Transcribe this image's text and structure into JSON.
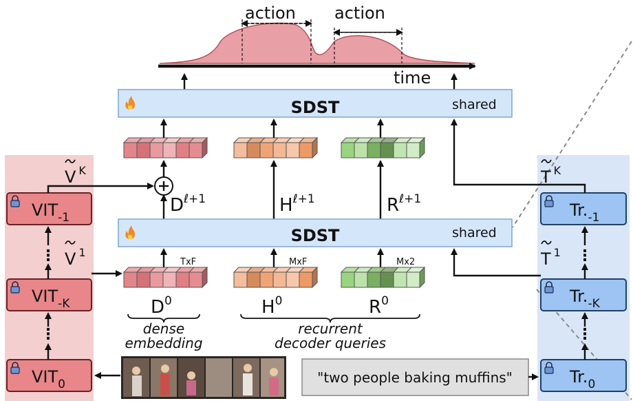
{
  "curve": {
    "action_left": "action",
    "action_right": "action",
    "time_label": "time"
  },
  "sdst_top": {
    "name": "SDST",
    "tag": "shared"
  },
  "sdst_mid": {
    "name": "SDST",
    "tag": "shared"
  },
  "vision": {
    "vit_top_base": "VIT",
    "vit_top_sub": "-1",
    "vit_mid_base": "VIT",
    "vit_mid_sub": "-K",
    "vit_bot_base": "VIT",
    "vit_bot_sub": "0",
    "feat_top_base": "V",
    "feat_top_sup": "K",
    "feat_mid_base": "V",
    "feat_mid_sup": "1"
  },
  "text": {
    "tr_top_base": "Tr.",
    "tr_top_sub": "-1",
    "tr_mid_base": "Tr.",
    "tr_mid_sub": "-K",
    "tr_bot_base": "Tr.",
    "tr_bot_sub": "0",
    "feat_top_base": "T",
    "feat_top_sup": "K",
    "feat_mid_base": "T",
    "feat_mid_sup": "1",
    "caption": "\"two people baking muffins\""
  },
  "tokens": {
    "d_next_base": "D",
    "d_next_sup": "ℓ+1",
    "h_next_base": "H",
    "h_next_sup": "ℓ+1",
    "r_next_base": "R",
    "r_next_sup": "ℓ+1",
    "d0_base": "D",
    "d0_sup": "0",
    "d0_dim": "TxF",
    "h0_base": "H",
    "h0_sup": "0",
    "h0_dim": "MxF",
    "r0_base": "R",
    "r0_sup": "0",
    "r0_dim": "Mx2"
  },
  "labels": {
    "dense_line1": "dense",
    "dense_line2": "embedding",
    "recurrent_line1": "recurrent",
    "recurrent_line2": "decoder queries"
  },
  "colors": {
    "vision_panel": "#f3cfd0",
    "text_panel": "#d9e6f7",
    "red_token": "#e0787e",
    "orange_token": "#ee9a66",
    "green_token": "#8fcf72",
    "curve_fill": "#e8a0a6"
  },
  "icons": [
    "lock-icon",
    "fire-icon",
    "plus-circle-icon",
    "tilde-icon"
  ]
}
